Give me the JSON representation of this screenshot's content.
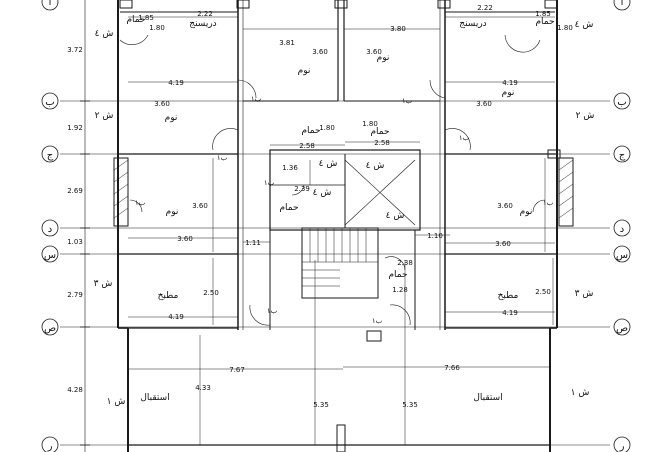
{
  "plan": {
    "axis_bubbles": {
      "rows": [
        "ب",
        "ج",
        "د",
        "س",
        "ص",
        "ر"
      ],
      "top_partial": "ا"
    },
    "rooms": {
      "bed": "نوم",
      "bath": "حمام",
      "dressing": "دريسنج",
      "kitchen": "مطبخ",
      "reception": "استقبال"
    },
    "shafts": {
      "s1": "ش ١",
      "s2": "ش ٢",
      "s3": "ش ٣",
      "s4": "ش ٤"
    },
    "dims": {
      "d_185": "1.85",
      "d_222": "2.22",
      "d_180": "1.80",
      "d_381": "3.81",
      "d_360": "3.60",
      "d_380": "3.80",
      "d_419": "4.19",
      "d_372": "3.72",
      "d_192": "1.92",
      "d_269": "2.69",
      "d_103": "1.03",
      "d_279": "2.79",
      "d_428": "4.28",
      "d_258": "2.58",
      "d_136": "1.36",
      "d_239": "2.39",
      "d_111": "1.11",
      "d_110": "1.10",
      "d_238": "2.38",
      "d_128": "1.28",
      "d_250": "2.50",
      "d_767": "7.67",
      "d_766": "7.66",
      "d_433": "4.33",
      "d_535": "5.35"
    },
    "door_tag": "ب١"
  }
}
